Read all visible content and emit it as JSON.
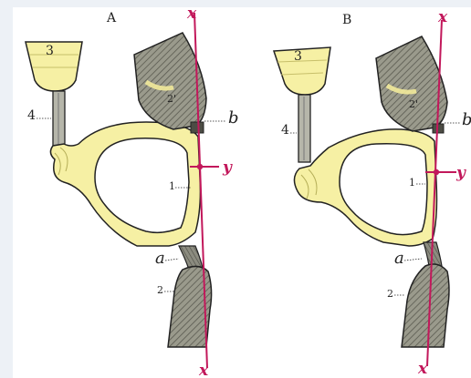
{
  "panels": [
    {
      "letter": "A",
      "labels": {
        "n3": "3",
        "n4": "4",
        "n2p": "2'",
        "n1": "1",
        "n2": "2",
        "b": "b",
        "a": "a",
        "x_top": "x",
        "x_bottom": "x",
        "y": "y"
      }
    },
    {
      "letter": "B",
      "labels": {
        "n3": "3",
        "n4": "4",
        "n2p": "2'",
        "n1": "1",
        "n2": "2",
        "b": "b",
        "a": "a",
        "x_top": "x",
        "x_bottom": "x",
        "y": "y"
      }
    }
  ],
  "colors": {
    "bone_fill": "#f6f0a4",
    "cartilage_fill": "#8a8a7e",
    "axis_line": "#c2185b",
    "ink": "#222222",
    "background": "#edf1f6"
  }
}
